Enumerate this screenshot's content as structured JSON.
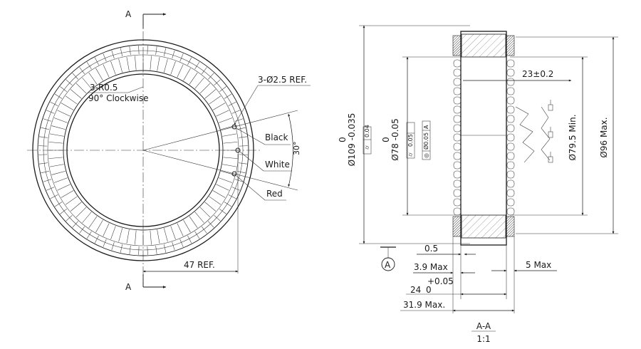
{
  "section_marker": "A",
  "left_view": {
    "note_radius": "3-R0.5",
    "note_rotation": "90° Clockwise",
    "note_holes": "3-Ø2.5 REF.",
    "wire_black": "Black",
    "wire_white": "White",
    "wire_red": "Red",
    "angle": "30°",
    "ref_47": "47 REF."
  },
  "right_view": {
    "d109_upper": "0",
    "d109_main": "Ø109 -0.035",
    "d109_tol": "0.04",
    "d78_upper": "0",
    "d78_main": "Ø78 -0.05",
    "d78_tol1": "0.05",
    "d78_tol2": "Ø0.05",
    "d78_ref": "A",
    "dim_23": "23±0.2",
    "dim_795": "Ø79.5 Min.",
    "dim_96": "Ø96 Max.",
    "dim_05": "0.5",
    "dim_39": "3.9 Max",
    "dim_5": "5 Max",
    "dim_24_tol": "+0.05",
    "dim_24": "24",
    "dim_24_lower": "0",
    "dim_319": "31.9 Max.",
    "datum": "A",
    "section_label": "A-A",
    "scale": "1:1"
  }
}
